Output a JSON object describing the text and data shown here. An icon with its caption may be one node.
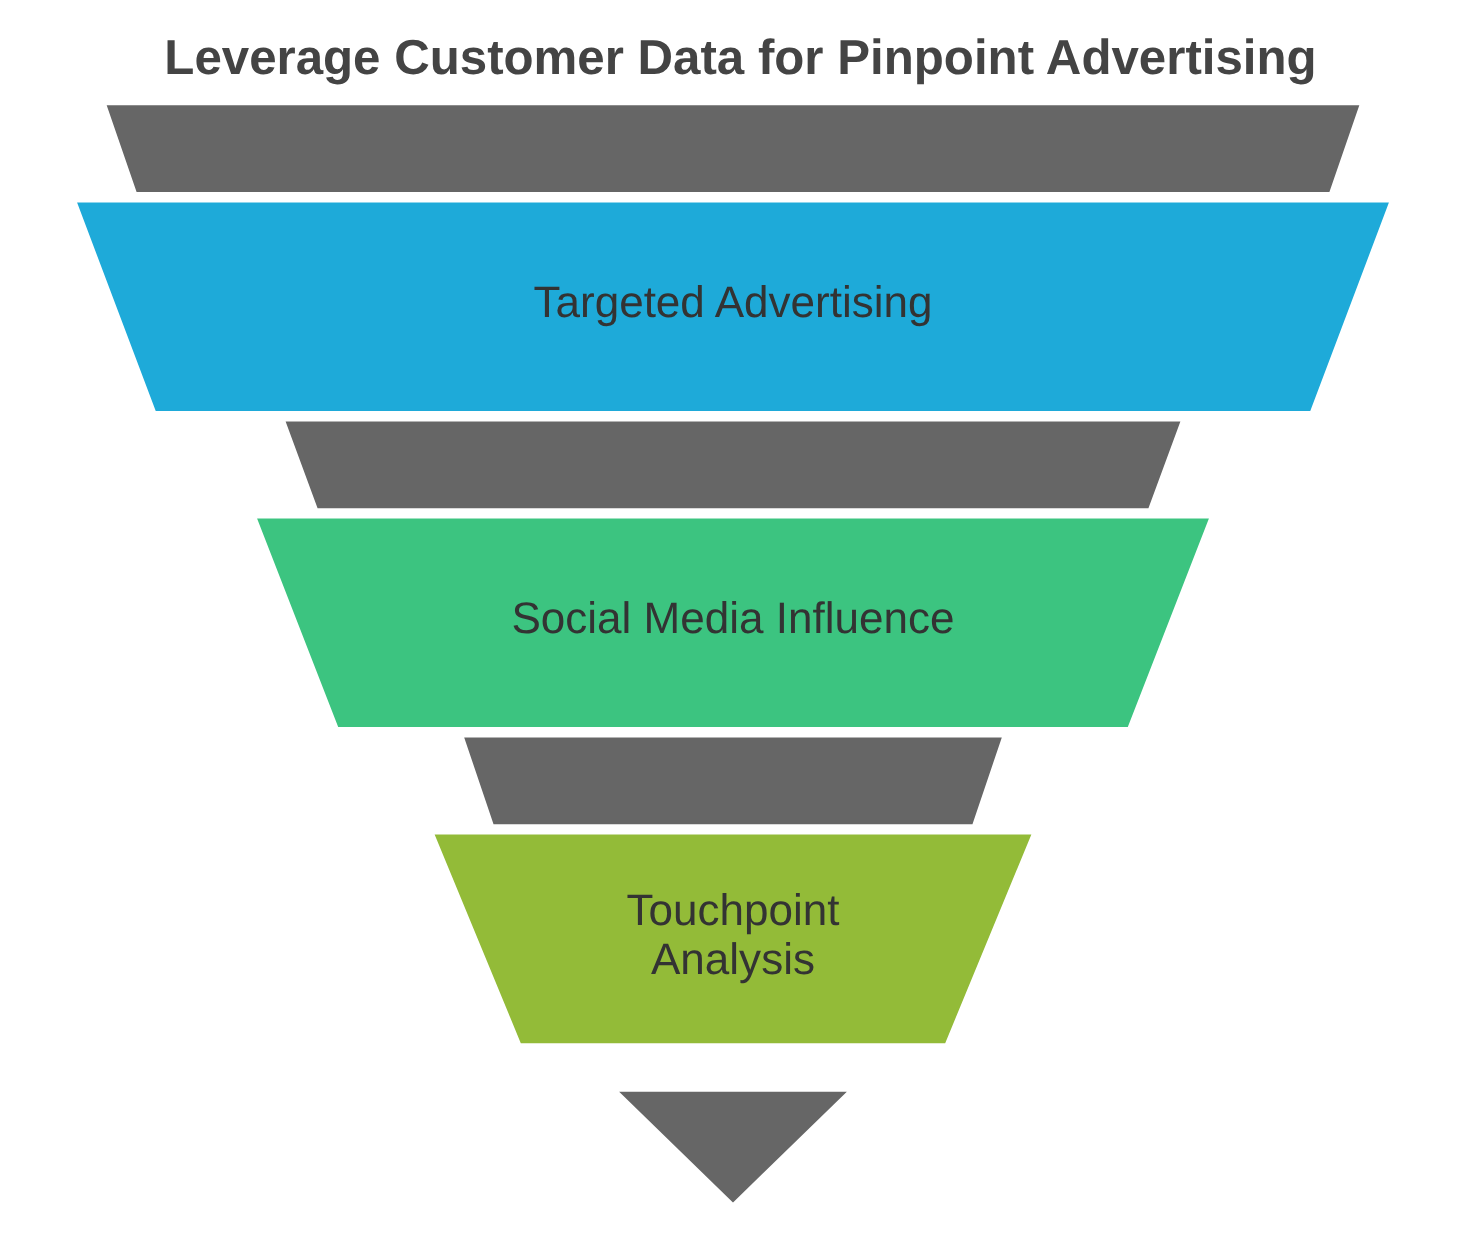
{
  "diagram": {
    "title": "Leverage Customer Data for Pinpoint Advertising",
    "nodes": [
      {
        "text": [],
        "shape": "trapezoid"
      },
      {
        "text": [
          "Targeted Advertising"
        ]
      },
      {
        "text": [],
        "shape": "trapezoid"
      },
      {
        "text": [
          "Social Media Influence"
        ]
      },
      {
        "text": [],
        "shape": "trapezoid"
      },
      {
        "text": [
          "Touchpoint Analysis"
        ]
      },
      {
        "text": [],
        "shape": "triangle"
      }
    ]
  }
}
